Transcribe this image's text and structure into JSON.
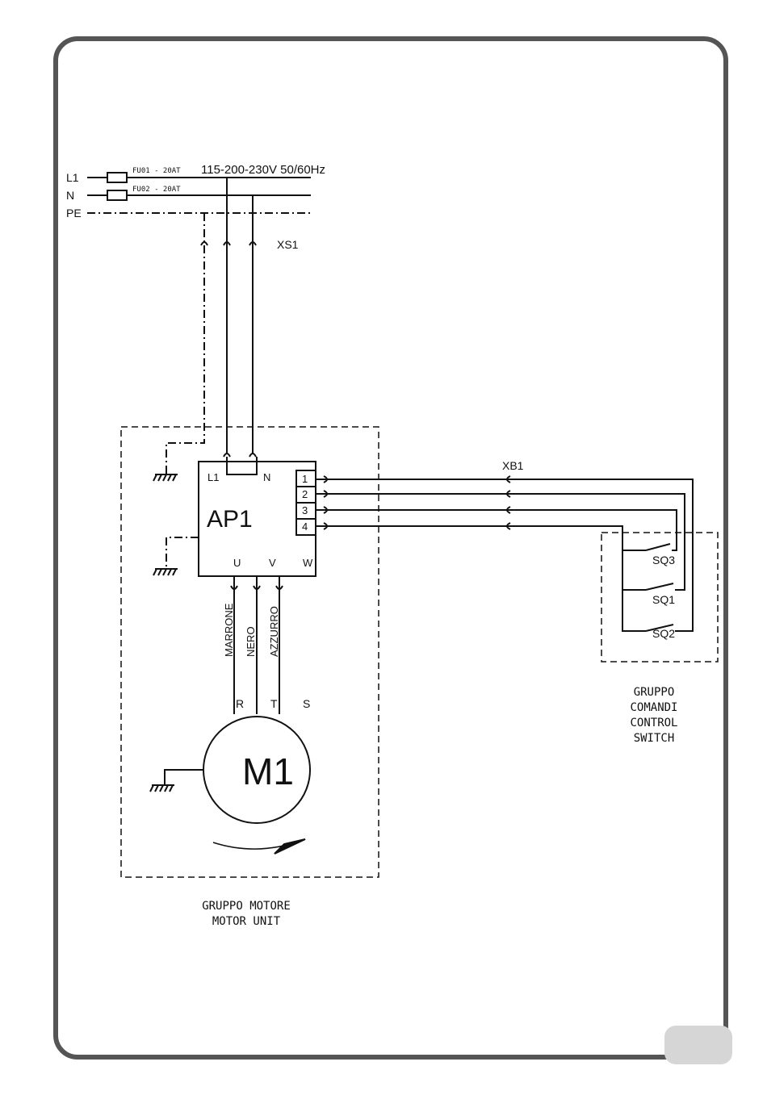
{
  "supply": {
    "L1": "L1",
    "N": "N",
    "PE": "PE",
    "fuse1": "FU01 - 20AT",
    "fuse2": "FU02 - 20AT",
    "voltage": "115-200-230V 50/60Hz",
    "connector": "XS1"
  },
  "board": {
    "name": "AP1",
    "input_l1": "L1",
    "input_n": "N",
    "terminals": [
      "1",
      "2",
      "3",
      "4"
    ],
    "out_u": "U",
    "out_v": "V",
    "out_w": "W"
  },
  "cables": [
    "MARRONE",
    "NERO",
    "AZZURRO"
  ],
  "motor": {
    "name": "M1",
    "r": "R",
    "t": "T",
    "s": "S"
  },
  "control_connector": "XB1",
  "switches": [
    "SQ3",
    "SQ1",
    "SQ2"
  ],
  "control_group": [
    "GRUPPO",
    "COMANDI",
    "CONTROL",
    "SWITCH"
  ],
  "motor_group": [
    "GRUPPO MOTORE",
    "MOTOR UNIT"
  ],
  "colors": {
    "frame": "#555555",
    "ink": "#111111",
    "tab": "#d6d6d6"
  }
}
